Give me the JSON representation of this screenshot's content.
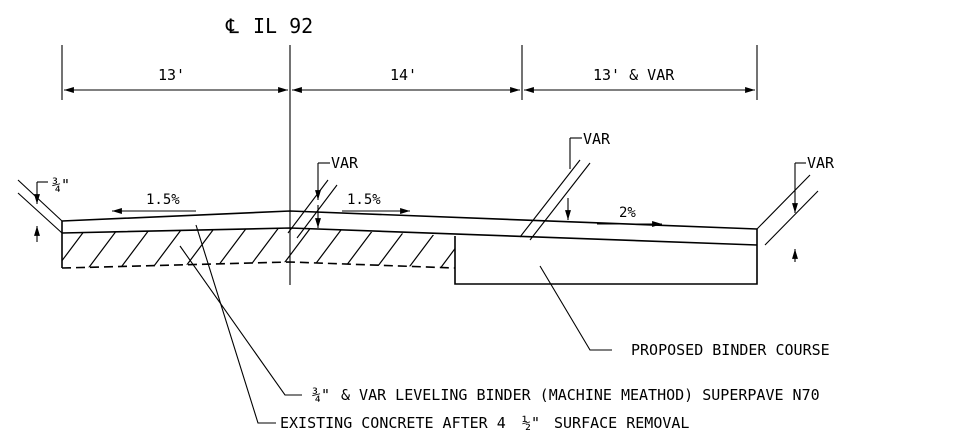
{
  "centerline": {
    "symbol": "℄",
    "label": "IL 92"
  },
  "dimensions": [
    {
      "label": "13'"
    },
    {
      "label": "14'"
    },
    {
      "label": "13' & VAR"
    }
  ],
  "thickness_labels": {
    "left": "¾\"",
    "var_center": "VAR",
    "var_mid": "VAR",
    "var_right": "VAR"
  },
  "slopes": {
    "left": "1.5%",
    "center": "1.5%",
    "right": "2%"
  },
  "callouts": {
    "binder": "PROPOSED BINDER COURSE",
    "leveling_prefix": "¾\"",
    "leveling_rest": "& VAR LEVELING BINDER (MACHINE MEATHOD) SUPERPAVE N70",
    "existing_prefix": "EXISTING CONCRETE AFTER 4",
    "existing_frac": "½\"",
    "existing_rest": "SURFACE REMOVAL"
  }
}
